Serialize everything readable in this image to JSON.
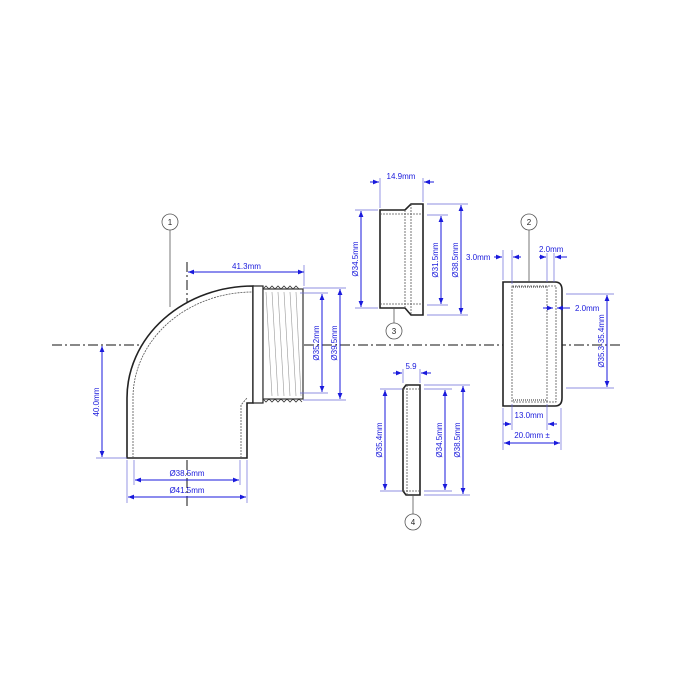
{
  "balloons": {
    "p1": "1",
    "p2": "2",
    "p3": "3",
    "p4": "4"
  },
  "elbow": {
    "length": "41.3mm",
    "thread_minor": "Ø35.2mm",
    "thread_major": "Ø39.5mm",
    "height": "40.0mm",
    "inner_dia": "Ø38.5mm",
    "outer_dia": "Ø41.5mm"
  },
  "part3": {
    "width": "14.9mm",
    "dia_a": "Ø34.5mm",
    "dia_b": "Ø31.5mm",
    "dia_c": "Ø38.5mm"
  },
  "part4": {
    "width": "5.9",
    "dia_a": "Ø35.4mm",
    "dia_b": "Ø34.5mm",
    "dia_c": "Ø38.5mm"
  },
  "part2": {
    "wall": "3.0mm",
    "lip": "2.0mm",
    "end": "2.0mm",
    "dia": "Ø35.3-35.4mm",
    "inner_len": "13.0mm",
    "total_len": "20.0mm ±"
  },
  "colors": {
    "dimension": "#1a1adc",
    "outline": "#222222"
  }
}
